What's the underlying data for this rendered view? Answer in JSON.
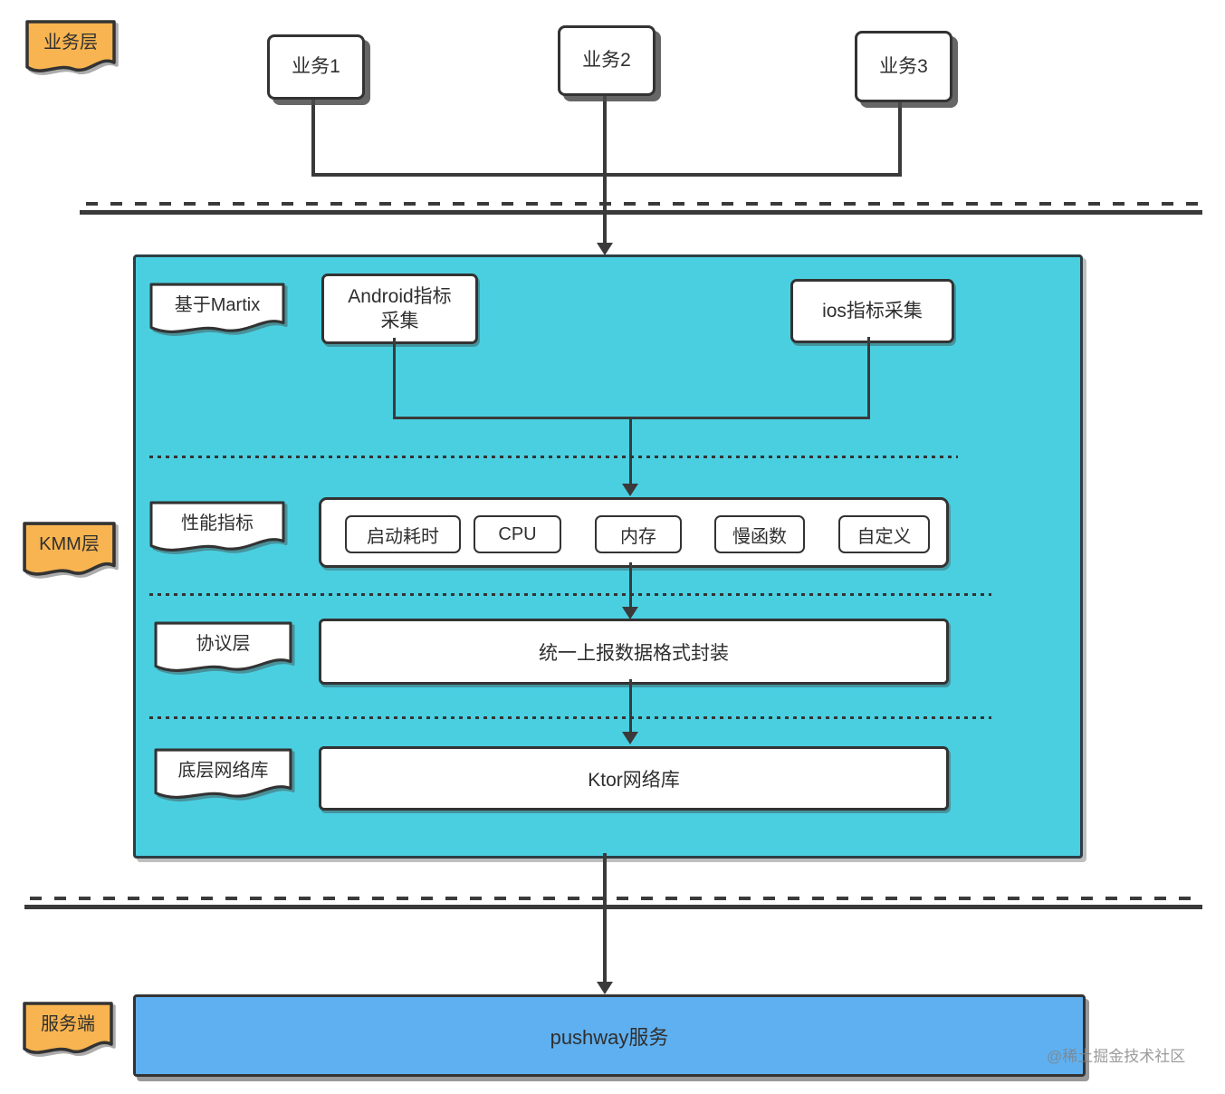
{
  "diagram": {
    "layer_tags": {
      "business": "业务层",
      "kmm": "KMM层",
      "server": "服务端"
    },
    "business_nodes": {
      "b1": "业务1",
      "b2": "业务2",
      "b3": "业务3"
    },
    "kmm": {
      "martix_label": "基于Martix",
      "android_line1": "Android指标",
      "android_line2": "采集",
      "ios_label": "ios指标采集",
      "perf_label": "性能指标",
      "metrics": [
        "启动耗时",
        "CPU",
        "内存",
        "慢函数",
        "自定义"
      ],
      "protocol_label": "协议层",
      "protocol_box": "统一上报数据格式封装",
      "network_label": "底层网络库",
      "network_box": "Ktor网络库"
    },
    "server": {
      "pushway_box": "pushway服务"
    },
    "watermark": "@稀土掘金技术社区",
    "colors": {
      "tag_orange": "#F8B450",
      "kmm_teal": "#4ACFE0",
      "server_blue": "#5FB0F0",
      "line_dark": "#3A3A3A",
      "node_white": "#FFFFFF"
    }
  }
}
